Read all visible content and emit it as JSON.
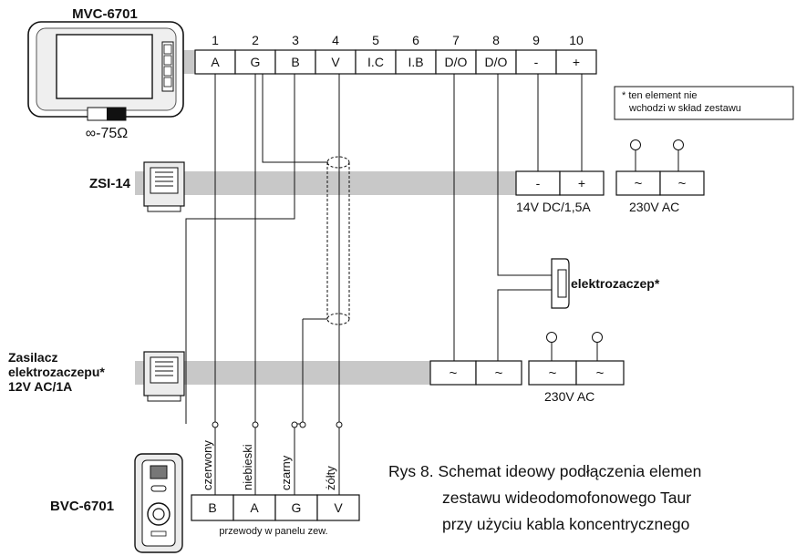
{
  "devices": {
    "monitor": "MVC-6701",
    "zsi": "ZSI-14",
    "lock_psu": [
      "Zasilacz",
      "elektrozaczepu*",
      "12V AC/1A"
    ],
    "panel": "BVC-6701"
  },
  "terminal_numbers": [
    "1",
    "2",
    "3",
    "4",
    "5",
    "6",
    "7",
    "8",
    "9",
    "10"
  ],
  "terminal_labels": [
    "A",
    "G",
    "B",
    "V",
    "I.C",
    "I.B",
    "D/O",
    "D/O",
    "-",
    "+"
  ],
  "impedance": "∞-75Ω",
  "note": [
    "* ten element nie",
    "wchodzi w skład zestawu"
  ],
  "zsi_terminals": [
    "-",
    "+"
  ],
  "zsi_rating": "14V DC/1,5A",
  "mains_top": {
    "terminals": [
      "~",
      "~"
    ],
    "label": "230V AC"
  },
  "lock": "elektrozaczep*",
  "lock_psu_terminals": [
    "~",
    "~"
  ],
  "mains_bottom": {
    "terminals": [
      "~",
      "~"
    ],
    "label": "230V AC"
  },
  "wires": [
    "czerwony",
    "niebieski",
    "czarny",
    "żółty"
  ],
  "panel_terminals": [
    "B",
    "A",
    "G",
    "V"
  ],
  "panel_caption": "przewody w panelu zew.",
  "caption": [
    "Rys 8. Schemat ideowy podłączenia elemen",
    "zestawu wideodomofonowego Taur",
    "przy użyciu kabla koncentrycznego"
  ],
  "colors": {
    "line": "#111111",
    "band": "#c8c8c8",
    "device": "#ececec"
  }
}
